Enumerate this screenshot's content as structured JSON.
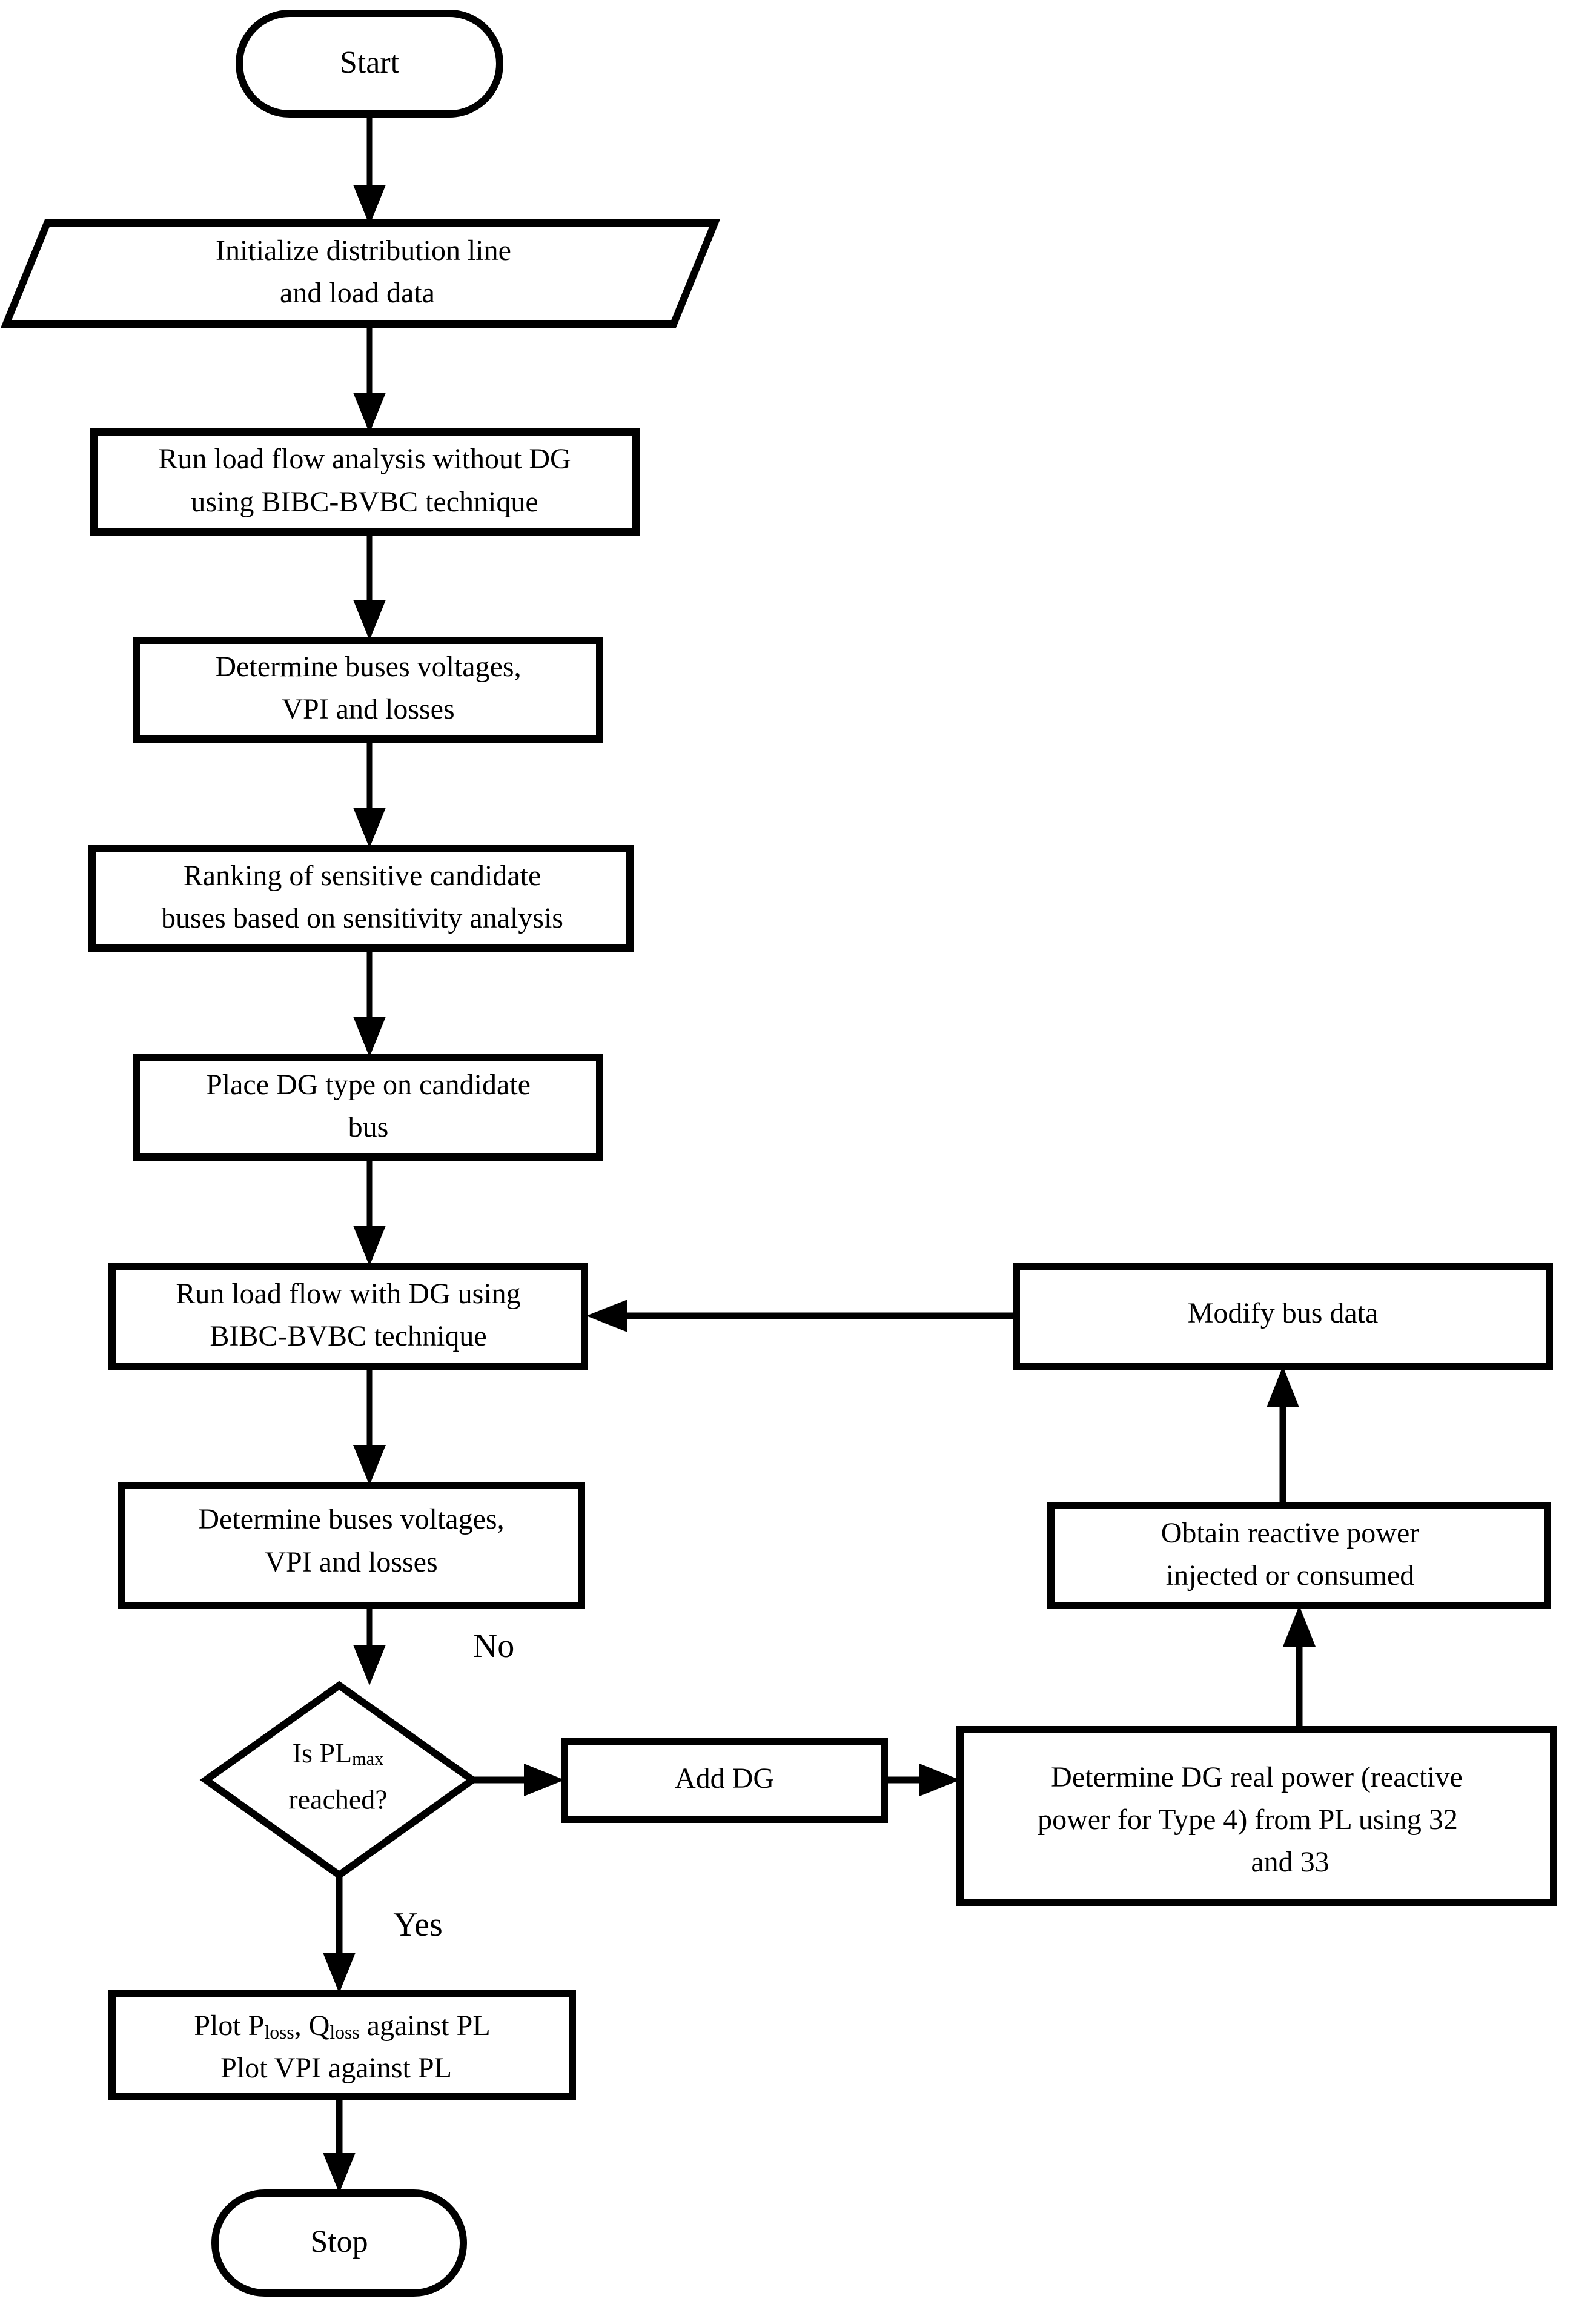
{
  "diagram": {
    "title": "DG placement load-flow algorithm flowchart",
    "type": "flowchart",
    "background_color": "#ffffff",
    "line_color": "#000000",
    "text_color": "#000000"
  },
  "nodes": {
    "start": {
      "shape": "terminator",
      "label": "Start"
    },
    "initialize": {
      "shape": "parallelogram",
      "line1": "Initialize distribution line",
      "line2": "and load data"
    },
    "run_load_flow_no_dg": {
      "shape": "process",
      "line1": "Run load flow analysis without DG",
      "line2": "using BIBC-BVBC technique"
    },
    "determine_1": {
      "shape": "process",
      "line1": "Determine buses voltages,",
      "line2": "VPI and losses"
    },
    "ranking": {
      "shape": "process",
      "line1": "Ranking of sensitive candidate",
      "line2": "buses based on sensitivity analysis"
    },
    "place_dg": {
      "shape": "process",
      "line1": "Place DG type on candidate",
      "line2": "bus"
    },
    "run_load_flow_with_dg": {
      "shape": "process",
      "line1": "Run load flow with DG using",
      "line2": "BIBC-BVBC technique"
    },
    "determine_2": {
      "shape": "process",
      "line1": "Determine buses voltages,",
      "line2": "VPI and losses"
    },
    "decision": {
      "shape": "decision",
      "line1_prefix": "Is PL",
      "line1_subscript": "max",
      "line2": "reached?"
    },
    "add_dg": {
      "shape": "process",
      "label": "Add DG"
    },
    "determine_dg_power": {
      "shape": "process",
      "line1": "Determine DG real power (reactive",
      "line2": "power for Type 4) from PL using  32",
      "line3": "and 33"
    },
    "obtain_reactive": {
      "shape": "process",
      "line1": "Obtain reactive power",
      "line2": "injected or consumed"
    },
    "modify_bus_data": {
      "shape": "process",
      "label": "Modify bus data"
    },
    "plot": {
      "shape": "process",
      "line1_prefix": "Plot P",
      "line1_sub1": "loss",
      "line1_mid": ", Q",
      "line1_sub2": "loss",
      "line1_suffix": " against PL",
      "line2": "Plot VPI against PL"
    },
    "stop": {
      "shape": "terminator",
      "label": "Stop"
    }
  },
  "edge_labels": {
    "no": "No",
    "yes": "Yes"
  }
}
